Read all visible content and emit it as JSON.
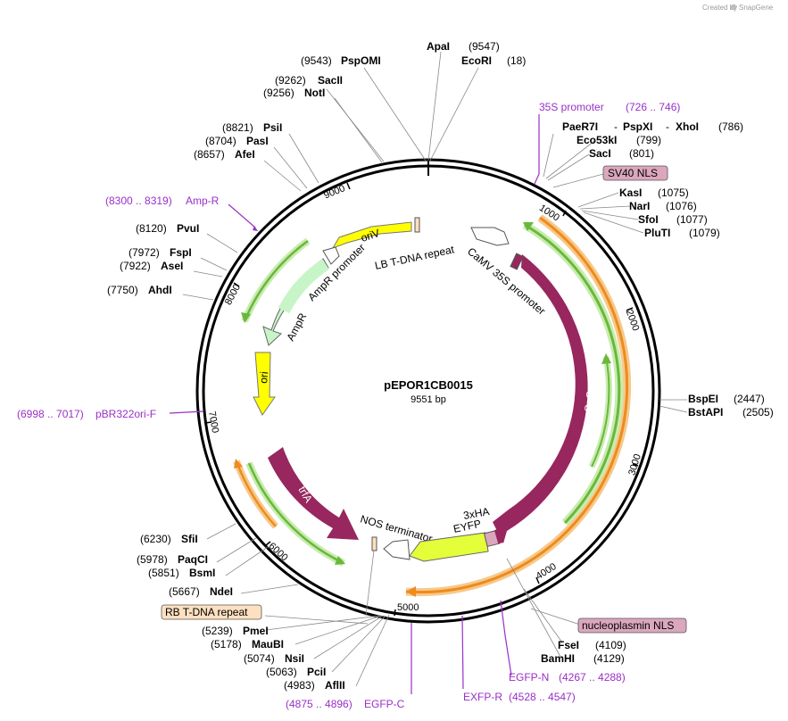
{
  "credit": {
    "text": "Created by",
    "brand": "SnapGene"
  },
  "plasmid": {
    "name": "pEPOR1CB0015",
    "length": "9551 bp"
  },
  "ticks": [
    "1000",
    "2000",
    "3000",
    "4000",
    "5000",
    "6000",
    "7000",
    "8000",
    "9000"
  ],
  "sites_top": [
    {
      "name": "ApaI",
      "pos": "(9547)"
    },
    {
      "name": "EcoRI",
      "pos": "(18)"
    },
    {
      "name": "PspOMI",
      "pos": "(9543)"
    },
    {
      "name": "SacII",
      "pos": "(9262)"
    },
    {
      "name": "NotI",
      "pos": "(9256)"
    }
  ],
  "sites_left": [
    {
      "name": "PsiI",
      "pos": "(8821)"
    },
    {
      "name": "PasI",
      "pos": "(8704)"
    },
    {
      "name": "AfeI",
      "pos": "(8657)"
    },
    {
      "name": "PvuI",
      "pos": "(8120)"
    },
    {
      "name": "FspI",
      "pos": "(7972)"
    },
    {
      "name": "AseI",
      "pos": "(7922)"
    },
    {
      "name": "AhdI",
      "pos": "(7750)"
    },
    {
      "name": "SfiI",
      "pos": "(6230)"
    },
    {
      "name": "PaqCI",
      "pos": "(5978)"
    },
    {
      "name": "BsmI",
      "pos": "(5851)"
    },
    {
      "name": "NdeI",
      "pos": "(5667)"
    },
    {
      "name": "PmeI",
      "pos": "(5239)"
    },
    {
      "name": "MauBI",
      "pos": "(5178)"
    },
    {
      "name": "NsiI",
      "pos": "(5074)"
    },
    {
      "name": "PciI",
      "pos": "(5063)"
    },
    {
      "name": "AflII",
      "pos": "(4983)"
    }
  ],
  "sites_right": [
    {
      "name": "PaeR7I",
      "pos": ""
    },
    {
      "name": "PspXI",
      "pos": ""
    },
    {
      "name": "XhoI",
      "pos": "(786)"
    },
    {
      "name": "Eco53kI",
      "pos": "(799)"
    },
    {
      "name": "SacI",
      "pos": "(801)"
    },
    {
      "name": "KasI",
      "pos": "(1075)"
    },
    {
      "name": "NarI",
      "pos": "(1076)"
    },
    {
      "name": "SfoI",
      "pos": "(1077)"
    },
    {
      "name": "PluTI",
      "pos": "(1079)"
    },
    {
      "name": "BspEI",
      "pos": "(2447)"
    },
    {
      "name": "BstAPI",
      "pos": "(2505)"
    },
    {
      "name": "FseI",
      "pos": "(4109)"
    },
    {
      "name": "BamHI",
      "pos": "(4129)"
    }
  ],
  "primers": [
    {
      "name": "35S promoter",
      "range": "(726 .. 746)"
    },
    {
      "name": "Amp-R",
      "range": "(8300 .. 8319)"
    },
    {
      "name": "pBR322ori-F",
      "range": "(6998 .. 7017)"
    },
    {
      "name": "EGFP-N",
      "range": "(4267 .. 4288)"
    },
    {
      "name": "EXFP-R",
      "range": "(4528 .. 4547)"
    },
    {
      "name": "EGFP-C",
      "range": "(4875 .. 4896)"
    }
  ],
  "boxed": {
    "sv40": "SV40 NLS",
    "nucleo": "nucleoplasmin NLS",
    "rb": "RB T-DNA repeat"
  },
  "features": {
    "oriV": "oriV",
    "lb": "LB T-DNA repeat",
    "camv": "CaMV 35S promoter",
    "ampr_prom": "AmpR promoter",
    "ampr": "AmpR",
    "ori": "ori",
    "sacas9": "SaCas9",
    "trfa": "trfA",
    "nos": "NOS terminator",
    "ha": "3xHA",
    "eyfp": "EYFP"
  },
  "colors": {
    "magenta": "#97275e",
    "yellow": "#ffff00",
    "green": "#6ab83a",
    "orange": "#ee8b1e",
    "purple": "#9a2fc8",
    "nls": "#dba7bc",
    "peach": "#fde0c0",
    "lightgreen": "#c8f5c8",
    "lime": "#e4ff3a"
  }
}
